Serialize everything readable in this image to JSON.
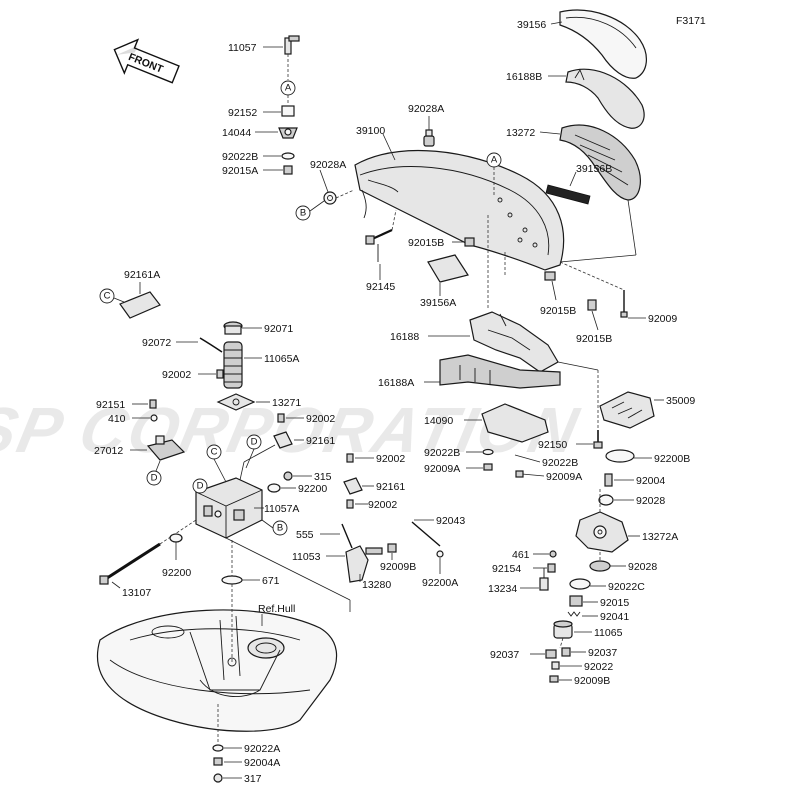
{
  "figure_code": "F3171",
  "front_label": "FRONT",
  "ref_label": "Ref.Hull",
  "watermark": "JSP CORPORATION",
  "callouts": {
    "a": "A",
    "b": "B",
    "c": "C",
    "d": "D"
  },
  "parts": {
    "p11057": "11057",
    "p92152": "92152",
    "p14044": "14044",
    "p92022B_top": "92022B",
    "p92015A": "92015A",
    "p92028A_top": "92028A",
    "p39100": "39100",
    "p92028A_left": "92028A",
    "p39156": "39156",
    "p16188B": "16188B",
    "p13272": "13272",
    "p39156B": "39156B",
    "p92015B_a": "92015B",
    "p92145": "92145",
    "p39156A": "39156A",
    "p92015B_b": "92015B",
    "p92015B_c": "92015B",
    "p92009": "92009",
    "p92161A": "92161A",
    "p92071": "92071",
    "p92072": "92072",
    "p11065A": "11065A",
    "p92002_a": "92002",
    "p13271": "13271",
    "p92151": "92151",
    "p410": "410",
    "p92002_b": "92002",
    "p92161_a": "92161",
    "p27012": "27012",
    "p92002_c": "92002",
    "p315": "315",
    "p92200_a": "92200",
    "p92161_b": "92161",
    "p92002_d": "92002",
    "p11057A": "11057A",
    "p16188": "16188",
    "p16188A": "16188A",
    "p14090": "14090",
    "p92022B_mid": "92022B",
    "p92009A_a": "92009A",
    "p92022B_b": "92022B",
    "p92009A_b": "92009A",
    "p92150": "92150",
    "p35009": "35009",
    "p92200B": "92200B",
    "p92004": "92004",
    "p92028_a": "92028",
    "p13272A": "13272A",
    "p92043": "92043",
    "p555": "555",
    "p11053": "11053",
    "p92009B_a": "92009B",
    "p13280": "13280",
    "p92200A": "92200A",
    "p13107": "13107",
    "p92200_b": "92200",
    "p671": "671",
    "p461": "461",
    "p92154": "92154",
    "p13234": "13234",
    "p92028_b": "92028",
    "p92022C": "92022C",
    "p92015": "92015",
    "p92041": "92041",
    "p11065": "11065",
    "p92037_a": "92037",
    "p92037_b": "92037",
    "p92022": "92022",
    "p92009B_b": "92009B",
    "p92022A": "92022A",
    "p92004A": "92004A",
    "p317": "317"
  }
}
